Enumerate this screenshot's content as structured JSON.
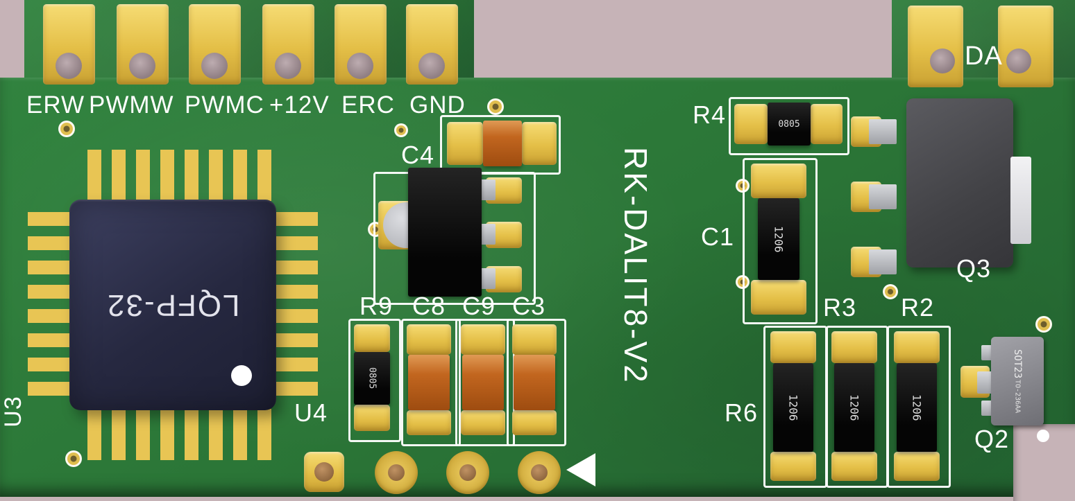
{
  "board": {
    "title": "RK-DALIT8-V2",
    "colors": {
      "background": "#c6b3b7",
      "pcb_green": "#2b7637",
      "pad_gold": "#e4bf47",
      "silkscreen": "#ffffff",
      "chip_body": "#262840",
      "capacitor_orange": "#c2661f"
    }
  },
  "connector_left": {
    "labels": [
      "ERW",
      "PWMW",
      "PWMC",
      "+12V",
      "ERC",
      "GND"
    ]
  },
  "connector_right": {
    "label": "DA"
  },
  "ics": {
    "u3_ref": "U3",
    "u3_package": "LQFP-32",
    "u4_ref": "U4"
  },
  "passives": {
    "c4": "C4",
    "r9": "R9",
    "c8": "C8",
    "c9": "C9",
    "c3": "C3",
    "r4": "R4",
    "c1": "C1",
    "r3": "R3",
    "r2": "R2",
    "r6": "R6"
  },
  "transistors": {
    "q3": "Q3",
    "q2": "Q2",
    "q2_marking_top": "SOT23",
    "q2_marking_bottom": "TO-236AA"
  },
  "markings": {
    "r9_body": "0805",
    "r4_body": "0805",
    "c1_body": "1206",
    "r6_body": "1206",
    "r3_body": "1206",
    "r2_body": "1206"
  }
}
